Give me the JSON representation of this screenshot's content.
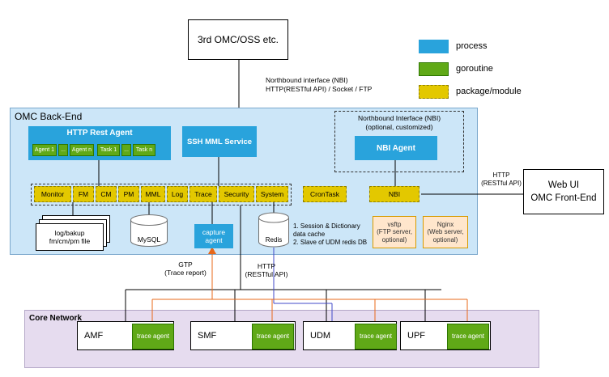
{
  "top_box": {
    "label": "3rd OMC/OSS etc."
  },
  "legend": {
    "process": "process",
    "goroutine": "goroutine",
    "package": "package/module"
  },
  "nbi_note": {
    "line1": "Northbound interface (NBI)",
    "line2": "HTTP(RESTful API) / Socket / FTP"
  },
  "backend": {
    "title": "OMC Back-End",
    "http_rest_agent": {
      "title": "HTTP Rest Agent",
      "cells": [
        "Agent 1",
        "...",
        "Agent n",
        "Task 1",
        "...",
        "Task n"
      ]
    },
    "ssh_mml_service": "SSH MML Service",
    "nbi_group": {
      "title_line1": "Northbound Interface (NBI)",
      "title_line2": "(optional, customized)",
      "agent": "NBI Agent"
    },
    "modules": [
      "Monitor",
      "FM",
      "CM",
      "PM",
      "MML",
      "Log",
      "Trace",
      "Security",
      "System"
    ],
    "crontask": "CronTask",
    "nbi_module": "NBI",
    "file_store": {
      "line1": "log/bakup",
      "line2": "fm/cm/pm file"
    },
    "mysql": "MySQL",
    "capture_agent": "capture agent",
    "redis": "Redis",
    "redis_note": {
      "line1": "1. Session & Dictionary",
      "line2": "data cache",
      "line3": "2. Slave of UDM redis DB"
    },
    "vsftp": {
      "line1": "vsftp",
      "line2": "(FTP server,",
      "line3": "optional)"
    },
    "nginx": {
      "line1": "Nginx",
      "line2": "(Web server,",
      "line3": "optional)"
    }
  },
  "web_ui": {
    "line1": "Web UI",
    "line2": "OMC Front-End"
  },
  "labels": {
    "http_right": {
      "line1": "HTTP",
      "line2": "(RESTful API)"
    },
    "gtp": {
      "line1": "GTP",
      "line2": "(Trace report)"
    },
    "http_mid": {
      "line1": "HTTP",
      "line2": "(RESTful API)"
    }
  },
  "core_network": {
    "title": "Core Network",
    "nodes": [
      {
        "name": "AMF",
        "agent": "trace agent"
      },
      {
        "name": "SMF",
        "agent": "trace agent"
      },
      {
        "name": "UDM",
        "agent": "trace agent"
      },
      {
        "name": "UPF",
        "agent": "trace agent"
      }
    ]
  },
  "colors": {
    "process": "#29a3dc",
    "goroutine": "#60a917",
    "package": "#e3c800",
    "backend_bg": "#cce6f8",
    "core_bg": "#e6dcef",
    "optional_box": "#ffe6cc",
    "orange_line": "#e8681a",
    "blue_line": "#4048c8"
  }
}
